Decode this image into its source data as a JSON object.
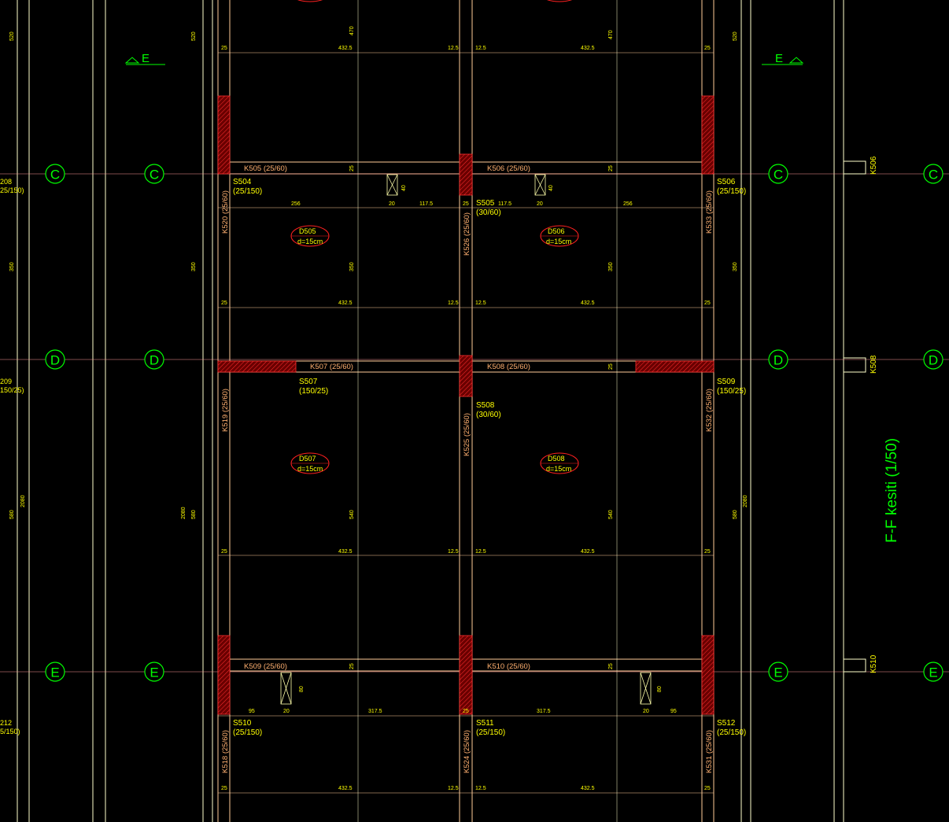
{
  "axes": {
    "C": "C",
    "D": "D",
    "E": "E"
  },
  "section_marks": {
    "left": "E",
    "right": "E"
  },
  "section_title": "F-F kesiti (1/50)",
  "left_dims": [
    "520",
    "350",
    "580",
    "2080"
  ],
  "left_edge": {
    "c1": "208",
    "c2": "25/150)",
    "d1": "209",
    "d2": "150/25)",
    "e1": "212",
    "e2": "5/150)"
  },
  "beams": {
    "k505": "K505  (25/60)",
    "k506": "K506  (25/60)",
    "k507": "K507  (25/60)",
    "k508": "K508  (25/60)",
    "k509": "K509  (25/60)",
    "k510": "K510  (25/60)",
    "k518": "K518  (25/60)",
    "k519": "K519  (25/60)",
    "k520": "K520  (25/60)",
    "k524": "K524  (25/60)",
    "k525": "K525  (25/60)",
    "k526": "K526  (25/60)",
    "k531": "K531  (25/60)",
    "k532": "K532  (25/60)",
    "k533": "K533  (25/60)"
  },
  "columns": {
    "s504a": "S504",
    "s504b": "(25/150)",
    "s505a": "S505",
    "s505b": "(30/60)",
    "s506a": "S506",
    "s506b": "(25/150)",
    "s507a": "S507",
    "s507b": "(150/25)",
    "s508a": "S508",
    "s508b": "(30/60)",
    "s509a": "S509",
    "s509b": "(150/25)",
    "s510a": "S510",
    "s510b": "(25/150)",
    "s511a": "S511",
    "s511b": "(25/150)",
    "s512a": "S512",
    "s512b": "(25/150)"
  },
  "slabs": {
    "d505": "D505",
    "d506": "D506",
    "d507": "D507",
    "d508": "D508",
    "thk": "d=15cm"
  },
  "right_beams": {
    "c": "K506",
    "d": "K508",
    "e": "K510"
  },
  "dims": {
    "d25": "25",
    "d432": "432.5",
    "d125": "12.5",
    "d470": "470",
    "d350": "350",
    "d540": "540",
    "d256": "256",
    "d20": "20",
    "d1175": "117.5",
    "d40": "40",
    "d95": "95",
    "d3175": "317.5",
    "d80": "80",
    "d520": "520",
    "d2080": "2080"
  },
  "colors": {
    "axis": "#00ff00",
    "text": "#ffff00",
    "beam": "#ffb070",
    "wall": "#c80000"
  }
}
